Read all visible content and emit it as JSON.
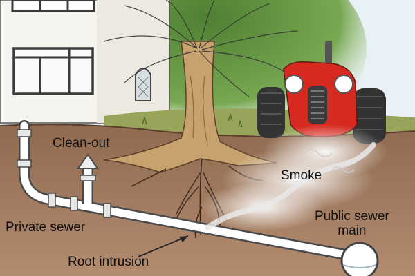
{
  "labels": {
    "clean_out": "Clean-out",
    "private_sewer": "Private sewer",
    "root_intrusion": "Root intrusion",
    "smoke": "Smoke",
    "public_sewer_line1": "Public sewer",
    "public_sewer_line2": "main"
  },
  "colors": {
    "sky": "#e8f1f6",
    "house_wall": "#f6f4ee",
    "soil": "#a77e5f",
    "soil_dark": "#7a5440",
    "grass": "#97a45a",
    "tree_foliage": "#5f8f3f",
    "trunk": "#c7a26f",
    "tractor_red": "#d62a20",
    "tire": "#333333",
    "pipe": "#ffffff",
    "pipe_outline": "#4a4a4a",
    "smoke": "#f4f4f4"
  }
}
